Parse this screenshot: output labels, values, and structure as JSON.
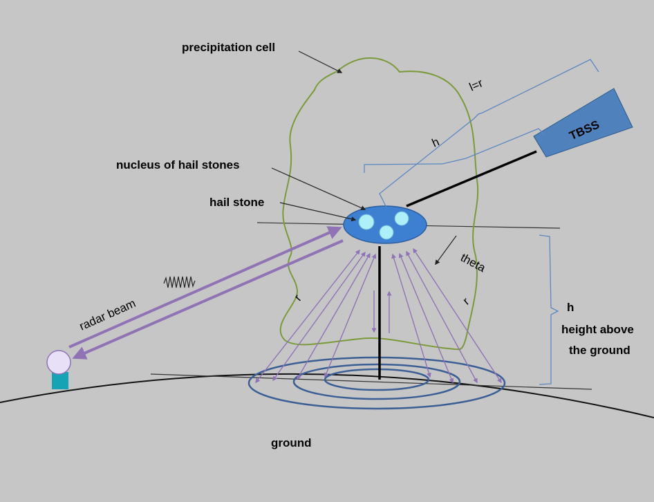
{
  "labels": {
    "precipitation_cell": "precipitation cell",
    "nucleus": "nucleus of hail stones",
    "hail_stone": "hail stone",
    "radar_beam": "radar beam",
    "l_eq_r": "l=r",
    "h_bracket": "h",
    "tbss": "TBSS",
    "theta": "theta",
    "r_left": "r",
    "r_right": "r",
    "h_side": "h",
    "height_line1": "height above",
    "height_line2": "the ground",
    "ground": "ground"
  },
  "colors": {
    "background": "#c6c6c6",
    "cloud_outline": "#7a9a3a",
    "hail_fill": "#3d7fd0",
    "hail_stone_fill": "#aef0f8",
    "tbss_fill": "#4f81bd",
    "ring_stroke": "#3b5e95",
    "arrow_purple": "#8f73b5",
    "bracket": "#5b87c0",
    "radar_head": "#e8e0f6",
    "radar_base": "#16a3b5"
  },
  "icons": {
    "radar": "radar-station-icon",
    "wave": "wave-squiggle-icon"
  }
}
